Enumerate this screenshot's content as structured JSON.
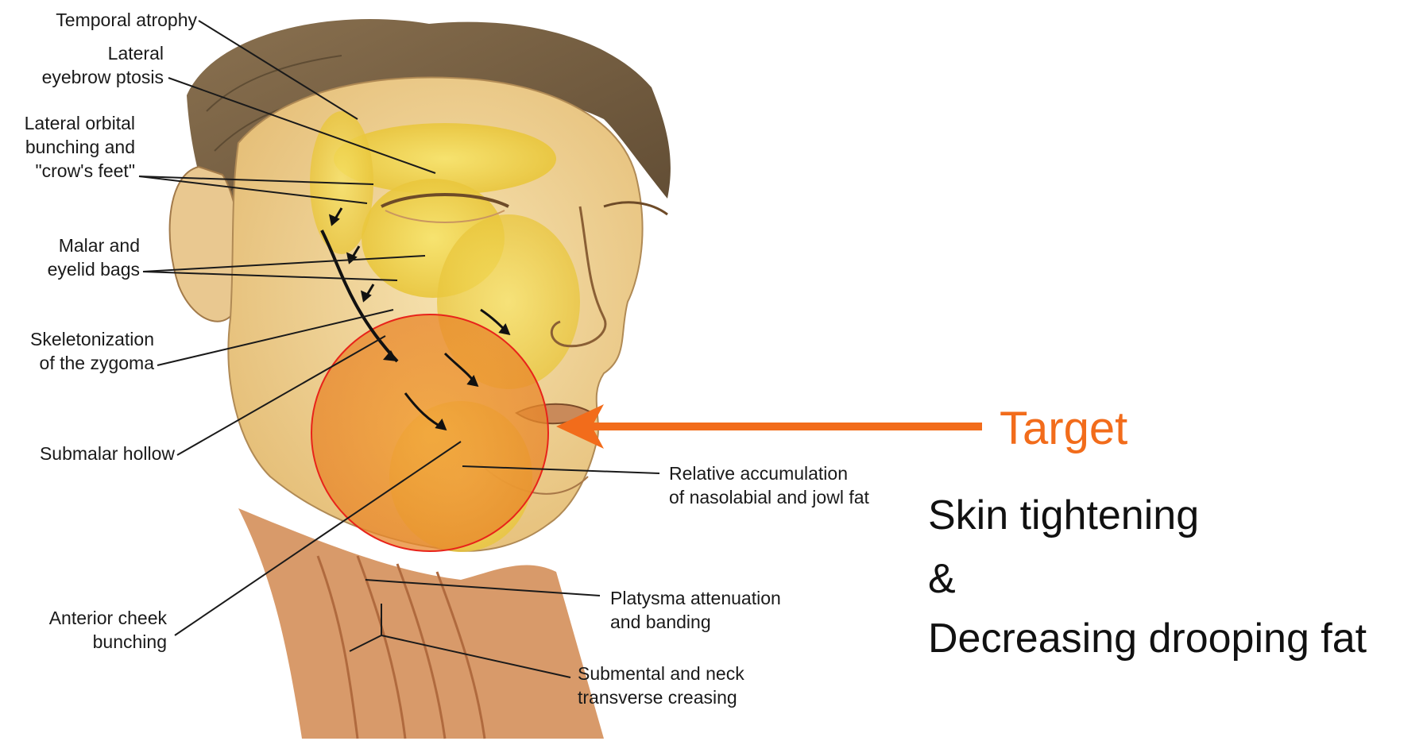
{
  "labels": {
    "temporal_atrophy": "Temporal atrophy",
    "lateral_eyebrow_ptosis": [
      "Lateral",
      "eyebrow ptosis"
    ],
    "lateral_orbital_bunching": [
      "Lateral orbital",
      "bunching and",
      "\"crow's feet\""
    ],
    "malar_eyelid_bags": [
      "Malar and",
      "eyelid bags"
    ],
    "skeletonization_zygoma": [
      "Skeletonization",
      "of the zygoma"
    ],
    "submalar_hollow": "Submalar hollow",
    "anterior_cheek_bunching": [
      "Anterior cheek",
      "bunching"
    ],
    "relative_accumulation": [
      "Relative accumulation",
      "of nasolabial and jowl fat"
    ],
    "platysma": [
      "Platysma attenuation",
      "and banding"
    ],
    "submental_neck": [
      "Submental and neck",
      "transverse creasing"
    ]
  },
  "callout": {
    "target": "Target",
    "line1": "Skin tightening",
    "line2": "&",
    "line3": "Decreasing drooping fat"
  },
  "colors": {
    "target_orange": "#f26c1b",
    "circle_red": "#e8231a",
    "leader_line": "#1a1a1a",
    "skin": "#f3d9a0",
    "fat_yellow": "#f2d84a",
    "hair": "#7a6448"
  }
}
